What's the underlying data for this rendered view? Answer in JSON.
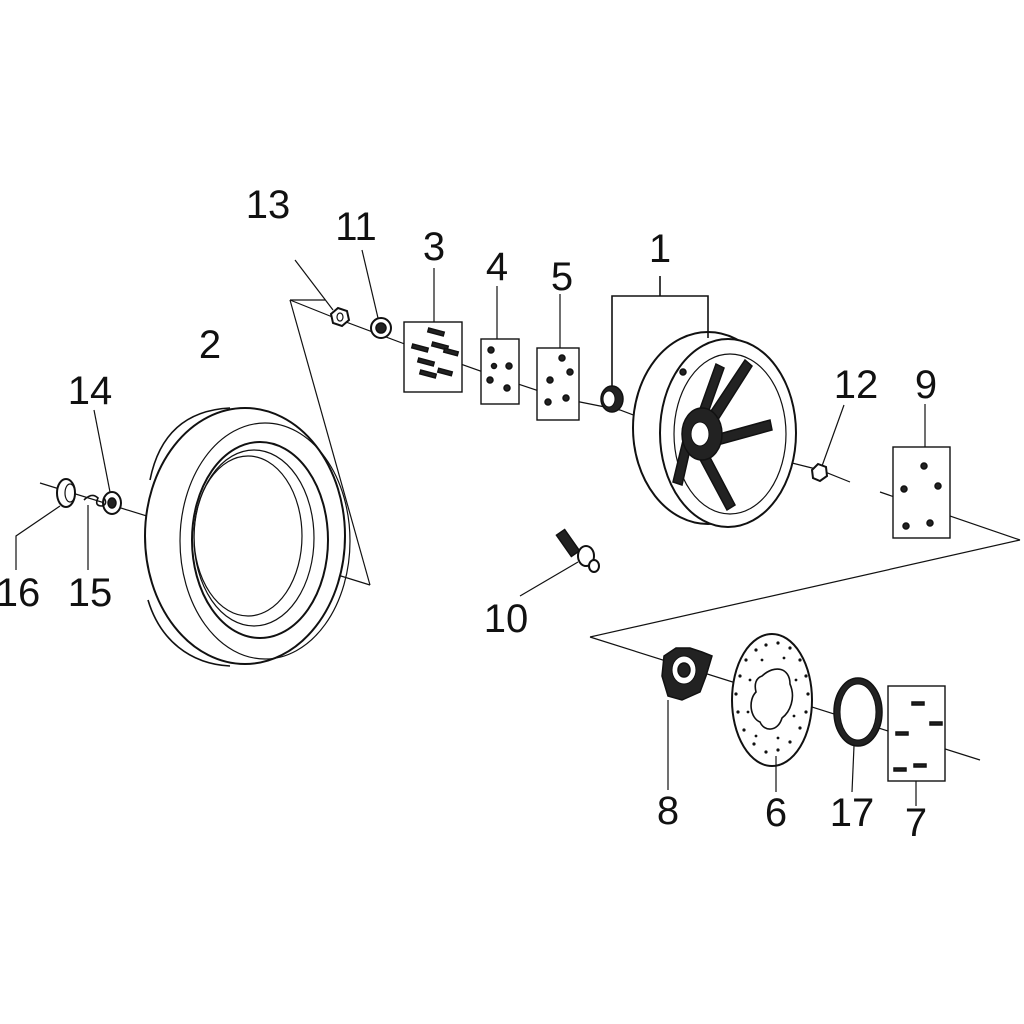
{
  "diagram": {
    "type": "exploded-parts-view",
    "callouts": {
      "c1": "1",
      "c2": "2",
      "c3": "3",
      "c4": "4",
      "c5": "5",
      "c6": "6",
      "c7": "7",
      "c8": "8",
      "c9": "9",
      "c10": "10",
      "c11": "11",
      "c12": "12",
      "c13": "13",
      "c14": "14",
      "c15": "15",
      "c16": "16",
      "c17": "17"
    }
  }
}
